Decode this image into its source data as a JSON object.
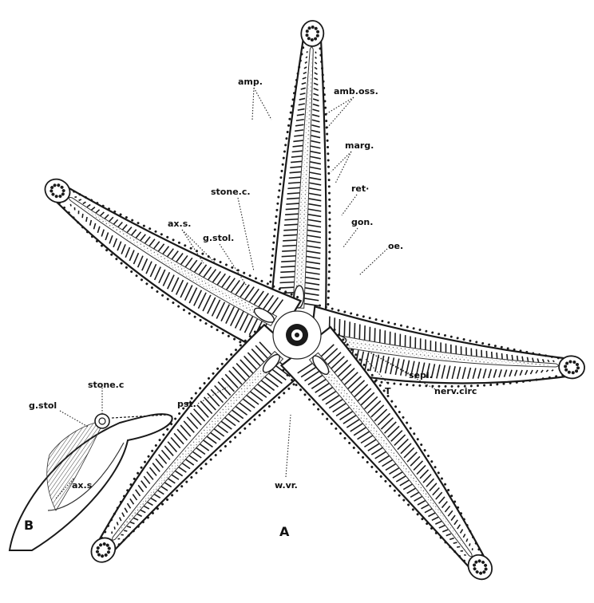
{
  "figure": {
    "panel_a": "A",
    "panel_b": "B"
  },
  "labels": {
    "amp": "amp.",
    "amb_oss": "amb.oss.",
    "marg": "marg.",
    "ret": "ret·",
    "gon": "gon.",
    "oe": "oe.",
    "stone_c": "stone.c.",
    "ax_s": "ax.s.",
    "g_stol": "g.stol.",
    "sepl": "sepl.",
    "nerv_circ": "nerv.circ",
    "T": "T",
    "pst": "pst.",
    "w_vr": "w.vr."
  },
  "inset_labels": {
    "stone_c": "stone.c",
    "g_stol": "g.stol",
    "ax_s": "ax.s"
  }
}
